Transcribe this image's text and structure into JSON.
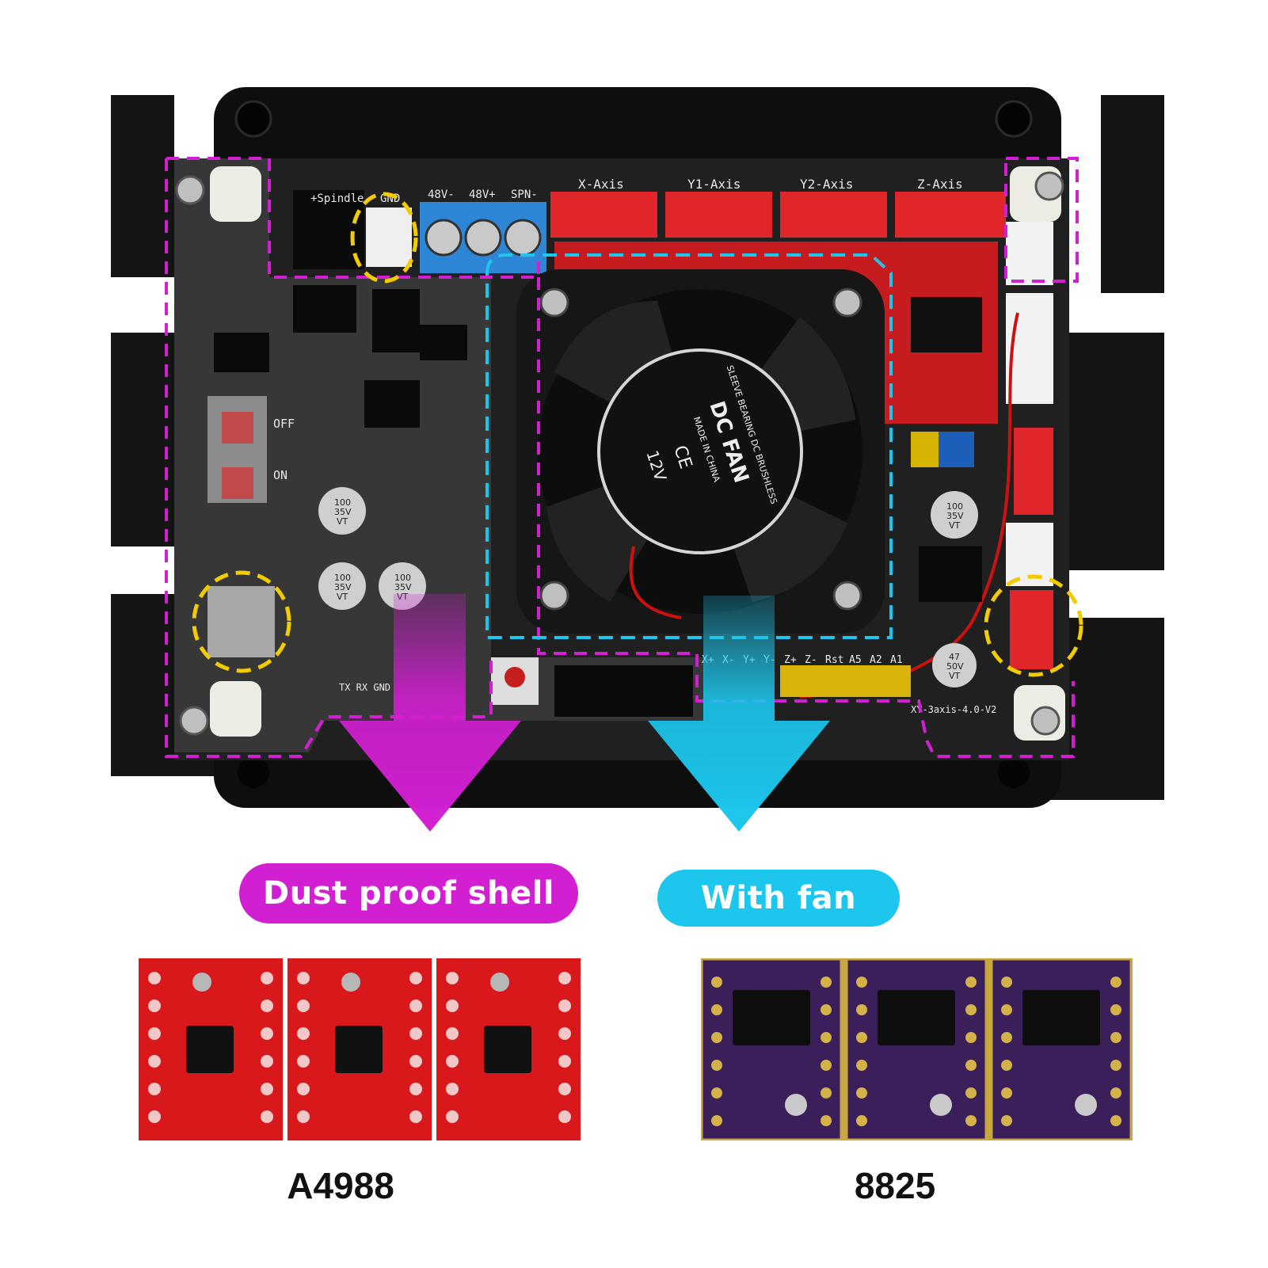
{
  "colors": {
    "shell_accent": "#d21fd2",
    "fan_accent": "#1cc6ec",
    "marker_yellow": "#f2cc00",
    "a4988_red": "#d9181c",
    "drv8825_purple": "#3b1f5a"
  },
  "board": {
    "connector_labels": [
      "+Spindle",
      "GND",
      "48V-",
      "48V+",
      "SPN-"
    ],
    "axis_labels": [
      "X-Axis",
      "Y1-Axis",
      "Y2-Axis",
      "Z-Axis"
    ],
    "switch_labels": {
      "off": "OFF",
      "on": "ON"
    },
    "header_labels": [
      "X+",
      "X-",
      "Y+",
      "Y-",
      "Z+",
      "Z-",
      "Rst",
      "A5",
      "A2",
      "A1"
    ],
    "capacitor_labels": [
      [
        "100",
        "35V",
        "VT"
      ],
      [
        "100",
        "35V",
        "VT"
      ],
      [
        "100",
        "35V",
        "VT"
      ],
      [
        "100",
        "35V",
        "VT"
      ],
      [
        "47",
        "50V",
        "VT"
      ]
    ],
    "serial_labels": "TX  RX  GND",
    "board_model": "XY-3axis-4.0-V2"
  },
  "fan": {
    "title": "DC FAN",
    "line1": "SLEEVE BEARING DC BRUSHLESS",
    "line2": "MADE IN CHINA",
    "voltage": "12V",
    "mark": "CE"
  },
  "callouts": {
    "shell": "Dust proof shell",
    "fan": "With fan"
  },
  "drivers": {
    "left_label": "A4988",
    "right_label": "8825"
  }
}
